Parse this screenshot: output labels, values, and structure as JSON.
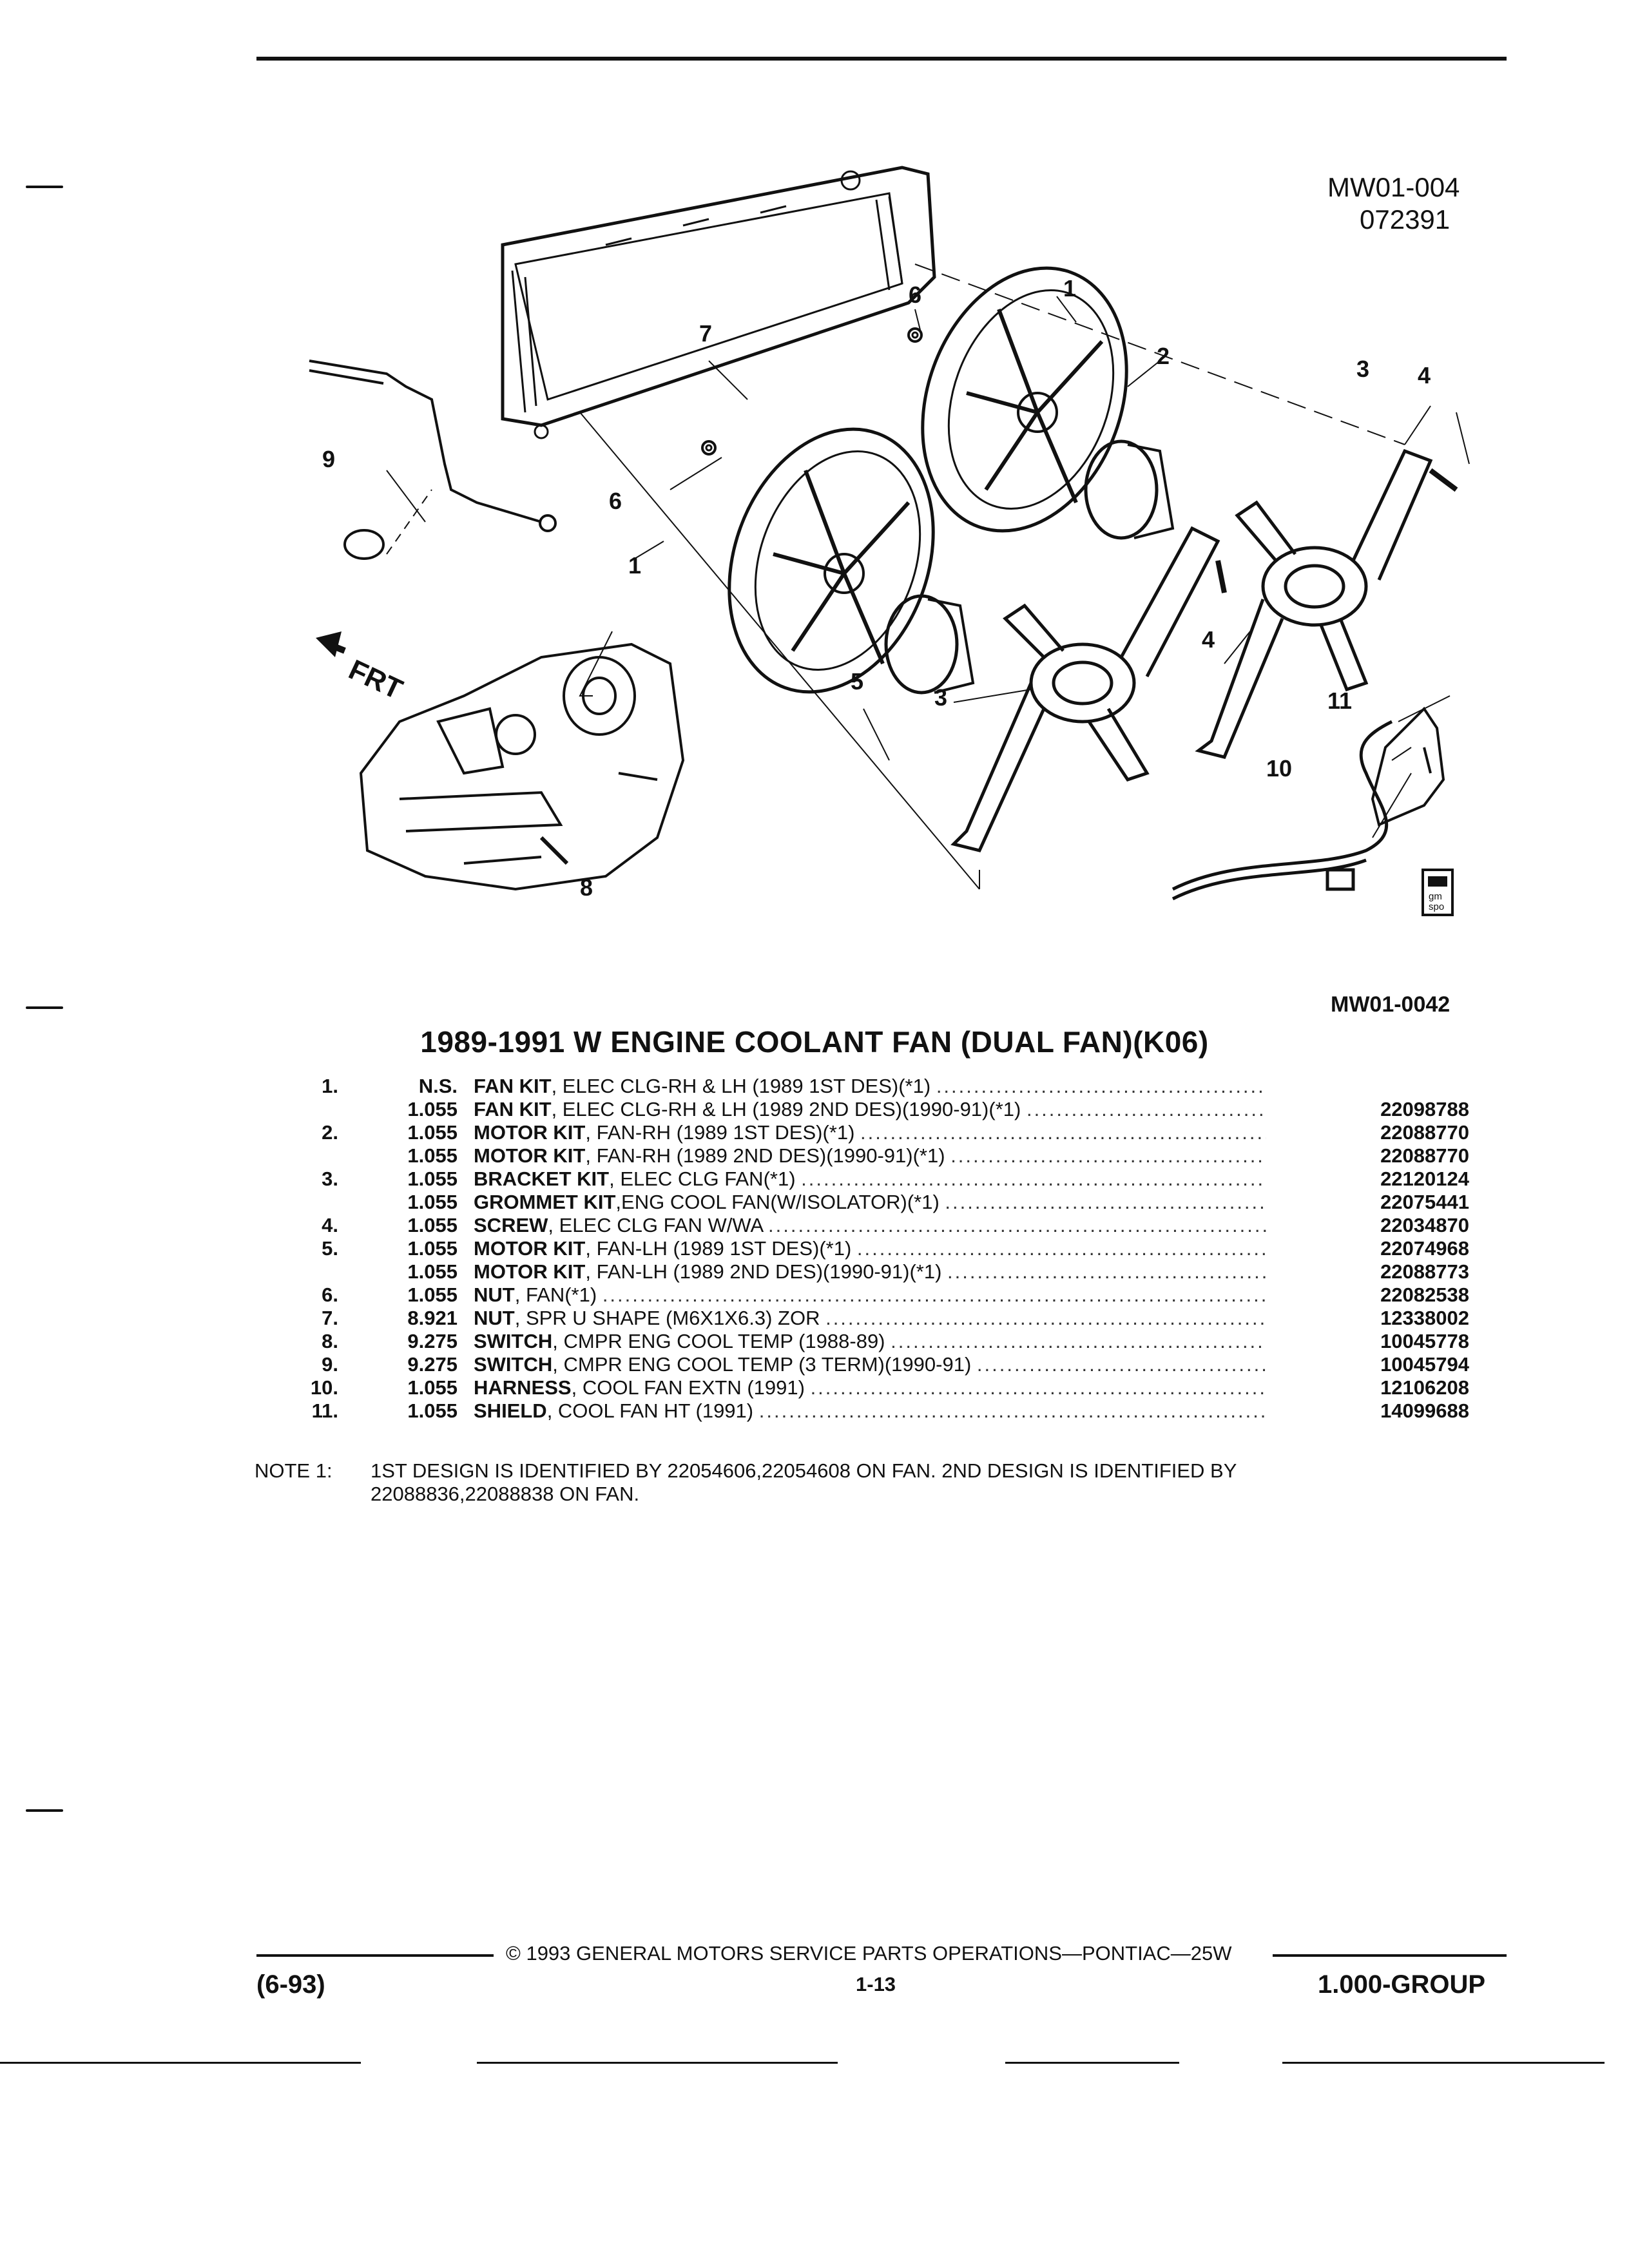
{
  "header": {
    "drawing_code": "MW01-004",
    "drawing_date": "072391",
    "figure_code": "MW01-0042"
  },
  "diagram": {
    "callouts": [
      "1",
      "1",
      "2",
      "3",
      "3",
      "4",
      "4",
      "5",
      "6",
      "6",
      "7",
      "8",
      "9",
      "10",
      "11"
    ],
    "front_label": "FRT",
    "badge_line1": "gm",
    "badge_line2": "spo"
  },
  "title": "1989-1991 W ENGINE COOLANT FAN (DUAL FAN)(K06)",
  "parts": [
    {
      "num": "1.",
      "group": "N.S.",
      "name": "FAN KIT",
      "detail": ", ELEC CLG-RH & LH (1989 1ST DES)(*1)",
      "part": ""
    },
    {
      "num": "",
      "group": "1.055",
      "name": "FAN KIT",
      "detail": ", ELEC CLG-RH & LH (1989 2ND DES)(1990-91)(*1)",
      "part": "22098788"
    },
    {
      "num": "2.",
      "group": "1.055",
      "name": "MOTOR KIT",
      "detail": ", FAN-RH (1989 1ST DES)(*1)",
      "part": "22088770"
    },
    {
      "num": "",
      "group": "1.055",
      "name": "MOTOR KIT",
      "detail": ", FAN-RH (1989 2ND DES)(1990-91)(*1)",
      "part": "22088770"
    },
    {
      "num": "3.",
      "group": "1.055",
      "name": "BRACKET KIT",
      "detail": ", ELEC CLG FAN(*1)",
      "part": "22120124"
    },
    {
      "num": "",
      "group": "1.055",
      "name": "GROMMET KIT",
      "detail": ",ENG COOL FAN(W/ISOLATOR)(*1)",
      "part": "22075441"
    },
    {
      "num": "4.",
      "group": "1.055",
      "name": "SCREW",
      "detail": ", ELEC CLG FAN W/WA",
      "part": "22034870"
    },
    {
      "num": "5.",
      "group": "1.055",
      "name": "MOTOR KIT",
      "detail": ", FAN-LH (1989 1ST DES)(*1)",
      "part": "22074968"
    },
    {
      "num": "",
      "group": "1.055",
      "name": "MOTOR KIT",
      "detail": ", FAN-LH (1989 2ND DES)(1990-91)(*1)",
      "part": "22088773"
    },
    {
      "num": "6.",
      "group": "1.055",
      "name": "NUT",
      "detail": ", FAN(*1)",
      "part": "22082538"
    },
    {
      "num": "7.",
      "group": "8.921",
      "name": "NUT",
      "detail": ", SPR U SHAPE (M6X1X6.3) ZOR",
      "part": "12338002"
    },
    {
      "num": "8.",
      "group": "9.275",
      "name": "SWITCH",
      "detail": ", CMPR ENG COOL TEMP (1988-89)",
      "part": "10045778"
    },
    {
      "num": "9.",
      "group": "9.275",
      "name": "SWITCH",
      "detail": ", CMPR ENG COOL TEMP (3 TERM)(1990-91)",
      "part": "10045794"
    },
    {
      "num": "10.",
      "group": "1.055",
      "name": "HARNESS",
      "detail": ", COOL FAN EXTN (1991)",
      "part": "12106208"
    },
    {
      "num": "11.",
      "group": "1.055",
      "name": "SHIELD",
      "detail": ", COOL FAN HT (1991)",
      "part": "14099688"
    }
  ],
  "note": {
    "label": "NOTE 1:",
    "line1": "1ST DESIGN IS IDENTIFIED BY 22054606,22054608 ON FAN. 2ND DESIGN IS IDENTIFIED BY",
    "line2": "22088836,22088838 ON FAN."
  },
  "footer": {
    "copyright": "© 1993 GENERAL MOTORS SERVICE PARTS OPERATIONS—PONTIAC—25W",
    "date_code": "(6-93)",
    "page": "1-13",
    "group": "1.000-GROUP"
  }
}
